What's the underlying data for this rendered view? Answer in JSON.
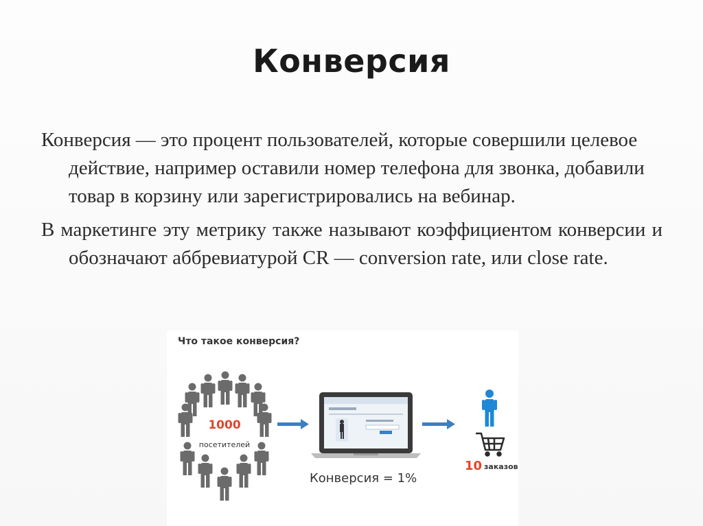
{
  "slide": {
    "title": "Конверсия",
    "paragraphs": [
      "Конверсия — это процент пользователей, которые совершили целевое действие, например оставили номер телефона для звонка, добавили товар в корзину или зарегистрировались на вебинар.",
      "В маркетинге эту метрику также называют коэффициентом конверсии и обозначают аббревиатурой CR — conversion rate, или close rate."
    ]
  },
  "infographic": {
    "title": "Что такое конверсия?",
    "visitors_count": "1000",
    "visitors_label": "посетителей",
    "formula": "Конверсия = 1%",
    "orders_count": "10",
    "orders_label": "заказов",
    "colors": {
      "people": "#6b6b6b",
      "accent": "#e0452a",
      "buyer": "#1e88d6",
      "arrow": "#3b7fc4"
    },
    "icons": [
      "person-icon",
      "laptop-icon",
      "arrow-icon",
      "buyer-icon",
      "cart-icon"
    ]
  }
}
